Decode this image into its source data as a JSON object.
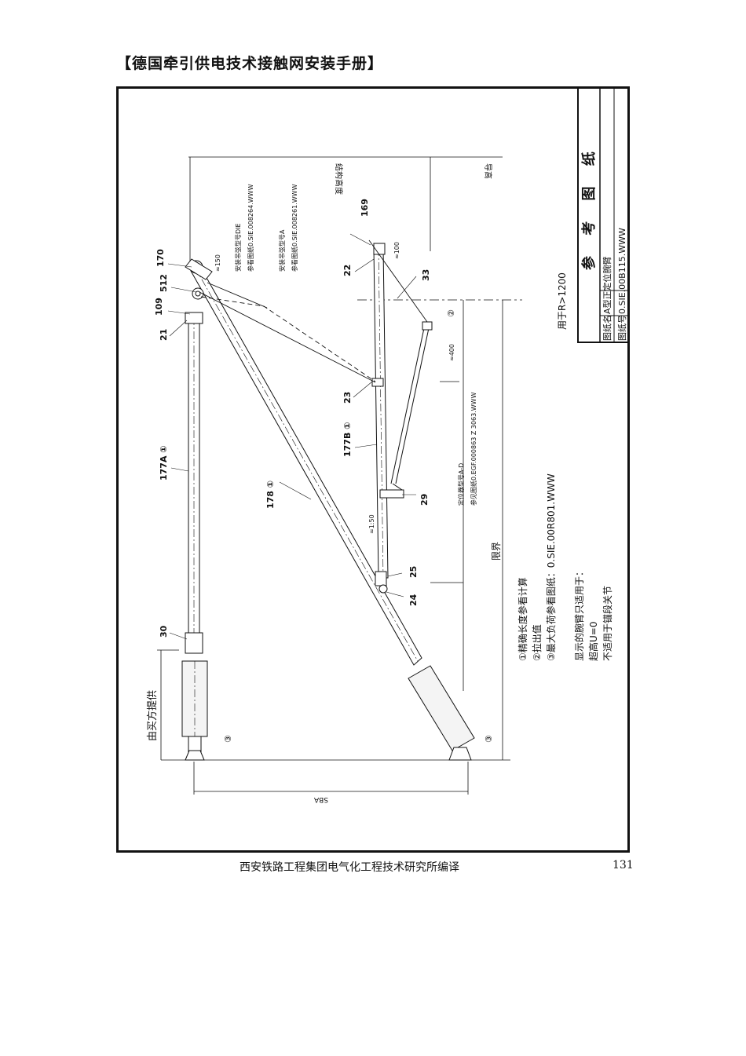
{
  "header": {
    "title": "【德国牵引供电技术接触网安装手册】"
  },
  "drawing": {
    "title_block": {
      "heading": "参 考 图 纸",
      "name_label": "图纸名",
      "name_value": "A型正定位腕臂",
      "number_label": "图纸号",
      "number_value": "0.SIE.00B115.WWW"
    },
    "usage_note": "用于R>1200",
    "part_labels": {
      "p170": "170",
      "p512": "512",
      "p109": "109",
      "p21": "21",
      "p177a": "177A ①",
      "p178": "178 ①",
      "p30": "30",
      "p169": "169",
      "p22": "22",
      "p33": "33",
      "p23": "23",
      "p177b": "177B ①",
      "p29": "29",
      "p25": "25",
      "p24": "24",
      "c2": "②",
      "c3a": "③",
      "c3b": "③"
    },
    "dims": {
      "d150": "≈150",
      "d100": "≈100",
      "d400": "≈400",
      "slope": "≈1:50",
      "sba": "SBA"
    },
    "vertical_labels": {
      "height_label": "结构高度",
      "height_label2": "导高",
      "limit": "限界",
      "supplier": "由买方提供"
    },
    "annotations": {
      "hanger1_line1": "安装吊弦型号DIE",
      "hanger1_line2": "参看图纸0.SIE.008264.WWW",
      "hanger2_line1": "安装吊弦型号A",
      "hanger2_line2": "参看图纸0.SIE.008261.WWW",
      "reg_line1": "定位器型号A-D",
      "reg_line2": "参见图纸0.EGF.000863 Z 3063.WWW"
    },
    "notes": [
      "①精确长度参看计算",
      "②拉出值",
      "③最大负荷参看图纸：0.SIE.00R801.WWW",
      "显示的腕臂只适用于：",
      "超高U=0",
      "不适用于锚段关节"
    ]
  },
  "footer": {
    "caption": "西安铁路工程集团电气化工程技术研究所编译",
    "page": "131"
  }
}
